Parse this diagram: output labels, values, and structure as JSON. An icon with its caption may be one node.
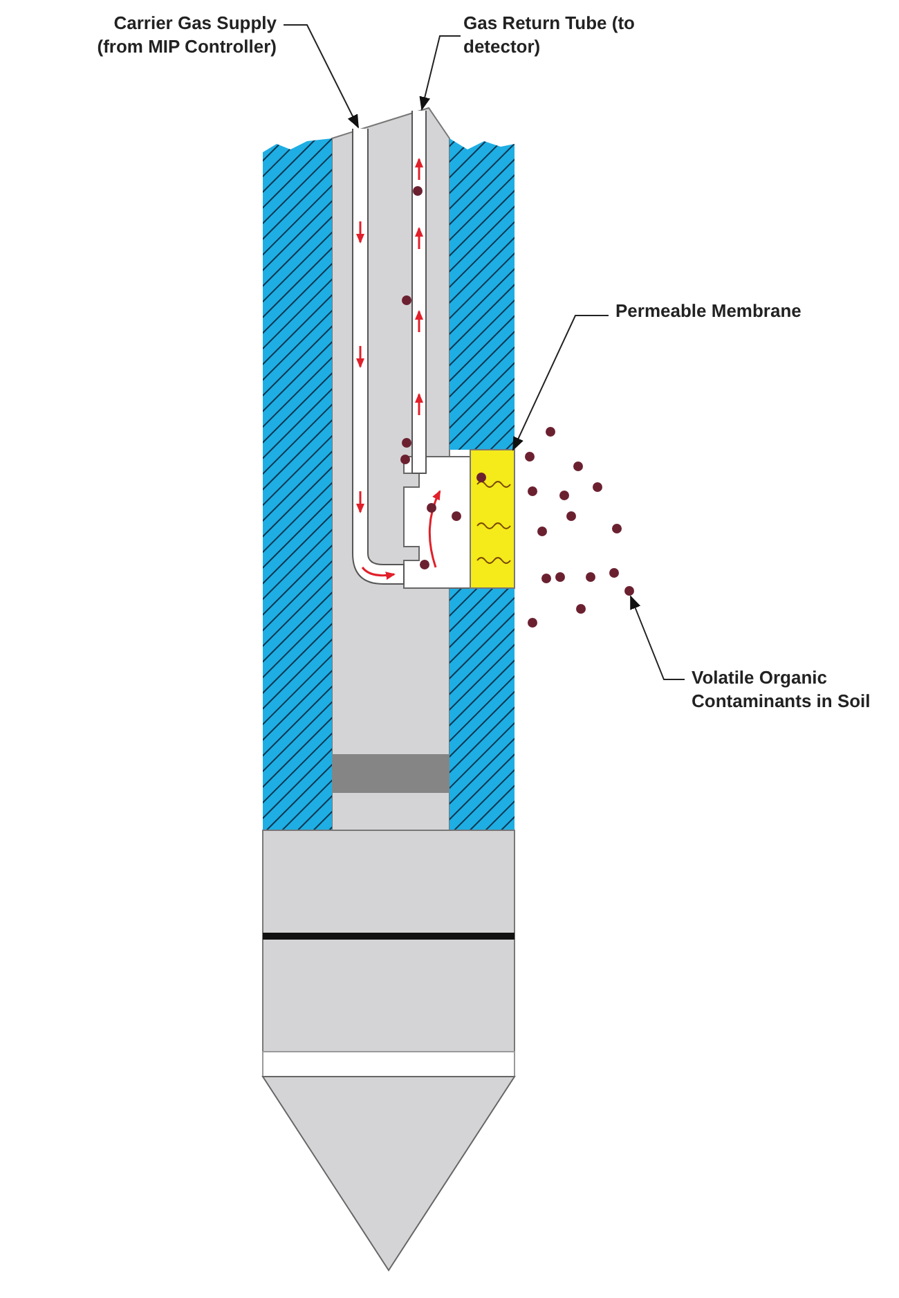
{
  "diagram": {
    "nodes": [
      {
        "text": [
          "Carrier Gas Supply (from MIP Controller)"
        ]
      },
      {
        "text": [
          "Gas Return Tube (to detector)"
        ]
      },
      {
        "text": [
          "Permeable Membrane"
        ]
      },
      {
        "text": [
          "Volatile Organic Contaminants in Soil"
        ]
      },
      {
        "text": [],
        "shape": "bar"
      },
      {
        "text": [],
        "shape": "bar"
      },
      {
        "text": [],
        "shape": "box"
      },
      {
        "text": [],
        "shape": "circle"
      }
    ],
    "edges": [
      {
        "from": 0,
        "to": 4,
        "arrow": "to"
      },
      {
        "from": 1,
        "to": 5,
        "arrow": "to"
      },
      {
        "from": 2,
        "to": 6,
        "arrow": "to"
      },
      {
        "from": 3,
        "to": 7,
        "arrow": "to"
      }
    ]
  }
}
